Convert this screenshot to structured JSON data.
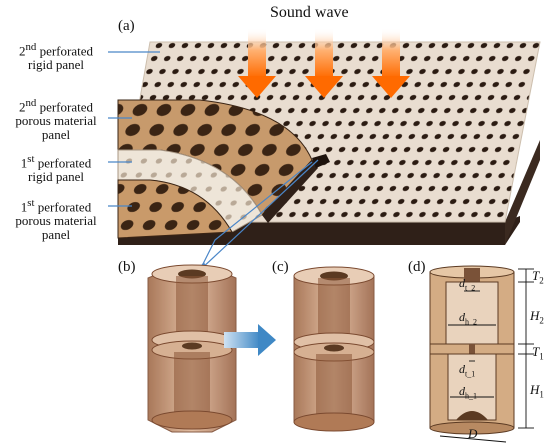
{
  "title": "Sound wave",
  "panel_tags": {
    "a": "(a)",
    "b": "(b)",
    "c": "(c)",
    "d": "(d)"
  },
  "layers": [
    {
      "ordinal": "2",
      "ordinal_suffix": "nd",
      "line1": "perforated",
      "line2": "rigid panel",
      "line3": ""
    },
    {
      "ordinal": "2",
      "ordinal_suffix": "nd",
      "line1": "perforated",
      "line2": "porous material",
      "line3": "panel"
    },
    {
      "ordinal": "1",
      "ordinal_suffix": "st",
      "line1": "perforated",
      "line2": "rigid panel",
      "line3": ""
    },
    {
      "ordinal": "1",
      "ordinal_suffix": "st",
      "line1": "perforated",
      "line2": "porous material",
      "line3": "panel"
    }
  ],
  "dimensions": {
    "T2": {
      "base": "T",
      "sub": "2"
    },
    "H2": {
      "base": "H",
      "sub": "2"
    },
    "T1": {
      "base": "T",
      "sub": "1"
    },
    "H1": {
      "base": "H",
      "sub": "1"
    },
    "dt2": {
      "base": "d",
      "sub": "t_2"
    },
    "dh2": {
      "base": "d",
      "sub": "h_2"
    },
    "dt1": {
      "base": "d",
      "sub": "t_1"
    },
    "dh1": {
      "base": "d",
      "sub": "h_1"
    },
    "D": {
      "base": "D",
      "sub": ""
    }
  },
  "colors": {
    "panel_top": "#e9ddd0",
    "hole": "#2b1b12",
    "porous": "#c79a6c",
    "porous_dark": "#5b3a22",
    "wall": "#3b2a20",
    "arrow": "#ff7a1a",
    "pointer": "#4a86c8",
    "flow_arrow": "#3f88c5"
  }
}
